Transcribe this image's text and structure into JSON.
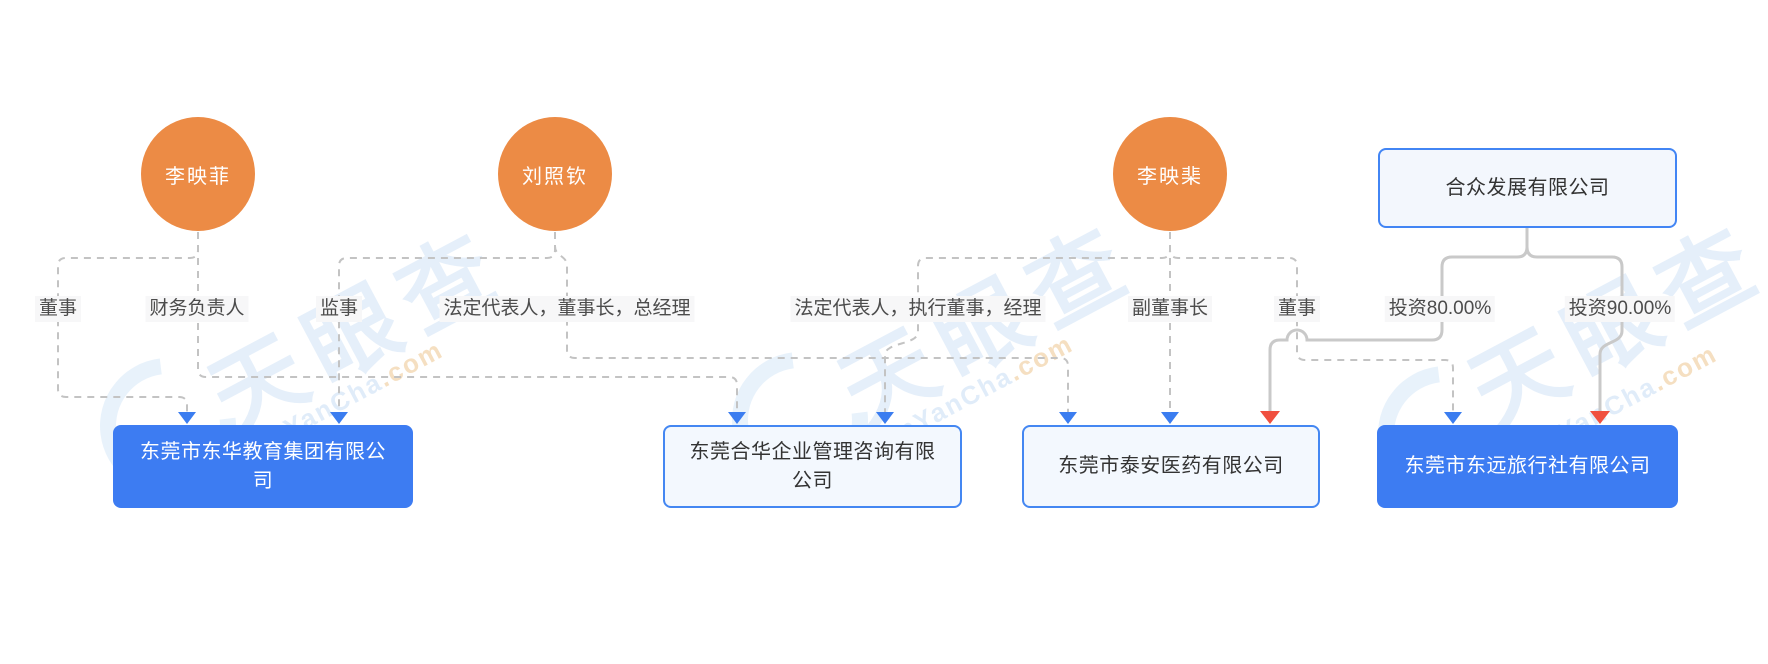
{
  "diagram": {
    "people": [
      {
        "name": "李映菲"
      },
      {
        "name": "刘照钦"
      },
      {
        "name": "李映棐"
      }
    ],
    "shareholder_company": {
      "name": "合众发展有限公司"
    },
    "companies": [
      {
        "name": "东莞市东华教育集团有限公司",
        "style": "solid-blue"
      },
      {
        "name": "东莞合华企业管理咨询有限公司",
        "style": "light-outline"
      },
      {
        "name": "东莞市泰安医药有限公司",
        "style": "light-outline"
      },
      {
        "name": "东莞市东远旅行社有限公司",
        "style": "solid-blue"
      }
    ],
    "relations": [
      {
        "label": "董事",
        "from": "李映菲",
        "to": "东莞市东华教育集团有限公司",
        "type": "role"
      },
      {
        "label": "财务负责人",
        "from": "李映菲",
        "to": "东莞合华企业管理咨询有限公司",
        "type": "role"
      },
      {
        "label": "监事",
        "from": "刘照钦",
        "to": "东莞市东华教育集团有限公司",
        "type": "role"
      },
      {
        "label": "法定代表人，董事长，总经理",
        "from": "刘照钦",
        "to": "东莞市泰安医药有限公司",
        "type": "role"
      },
      {
        "label": "法定代表人，执行董事，经理",
        "from": "李映棐",
        "to": "东莞合华企业管理咨询有限公司",
        "type": "role"
      },
      {
        "label": "副董事长",
        "from": "李映棐",
        "to": "东莞市泰安医药有限公司",
        "type": "role"
      },
      {
        "label": "董事",
        "from": "李映棐",
        "to": "东莞市东远旅行社有限公司",
        "type": "role"
      },
      {
        "label": "投资80.00%",
        "from": "合众发展有限公司",
        "to": "东莞市泰安医药有限公司",
        "type": "investment"
      },
      {
        "label": "投资90.00%",
        "from": "合众发展有限公司",
        "to": "东莞市东远旅行社有限公司",
        "type": "investment"
      }
    ],
    "watermark": {
      "logo_text": "天眼查",
      "domain_main": "TianYanCha",
      "domain_suffix": ".com"
    },
    "colors": {
      "person_node": "#ec8b45",
      "company_node_blue": "#3d7cf2",
      "company_node_light_bg": "#f3f8fe",
      "company_node_border": "#4487f2",
      "top_company_bg": "#f3f7fd",
      "top_company_border": "#4285f4",
      "dashed_line": "#c3c3c3",
      "solid_line": "#c9c9c9",
      "role_arrow": "#3b7df0",
      "investment_arrow": "#f0503f",
      "label_bg": "#f7f7f8",
      "label_text": "#4c4c4c"
    }
  }
}
